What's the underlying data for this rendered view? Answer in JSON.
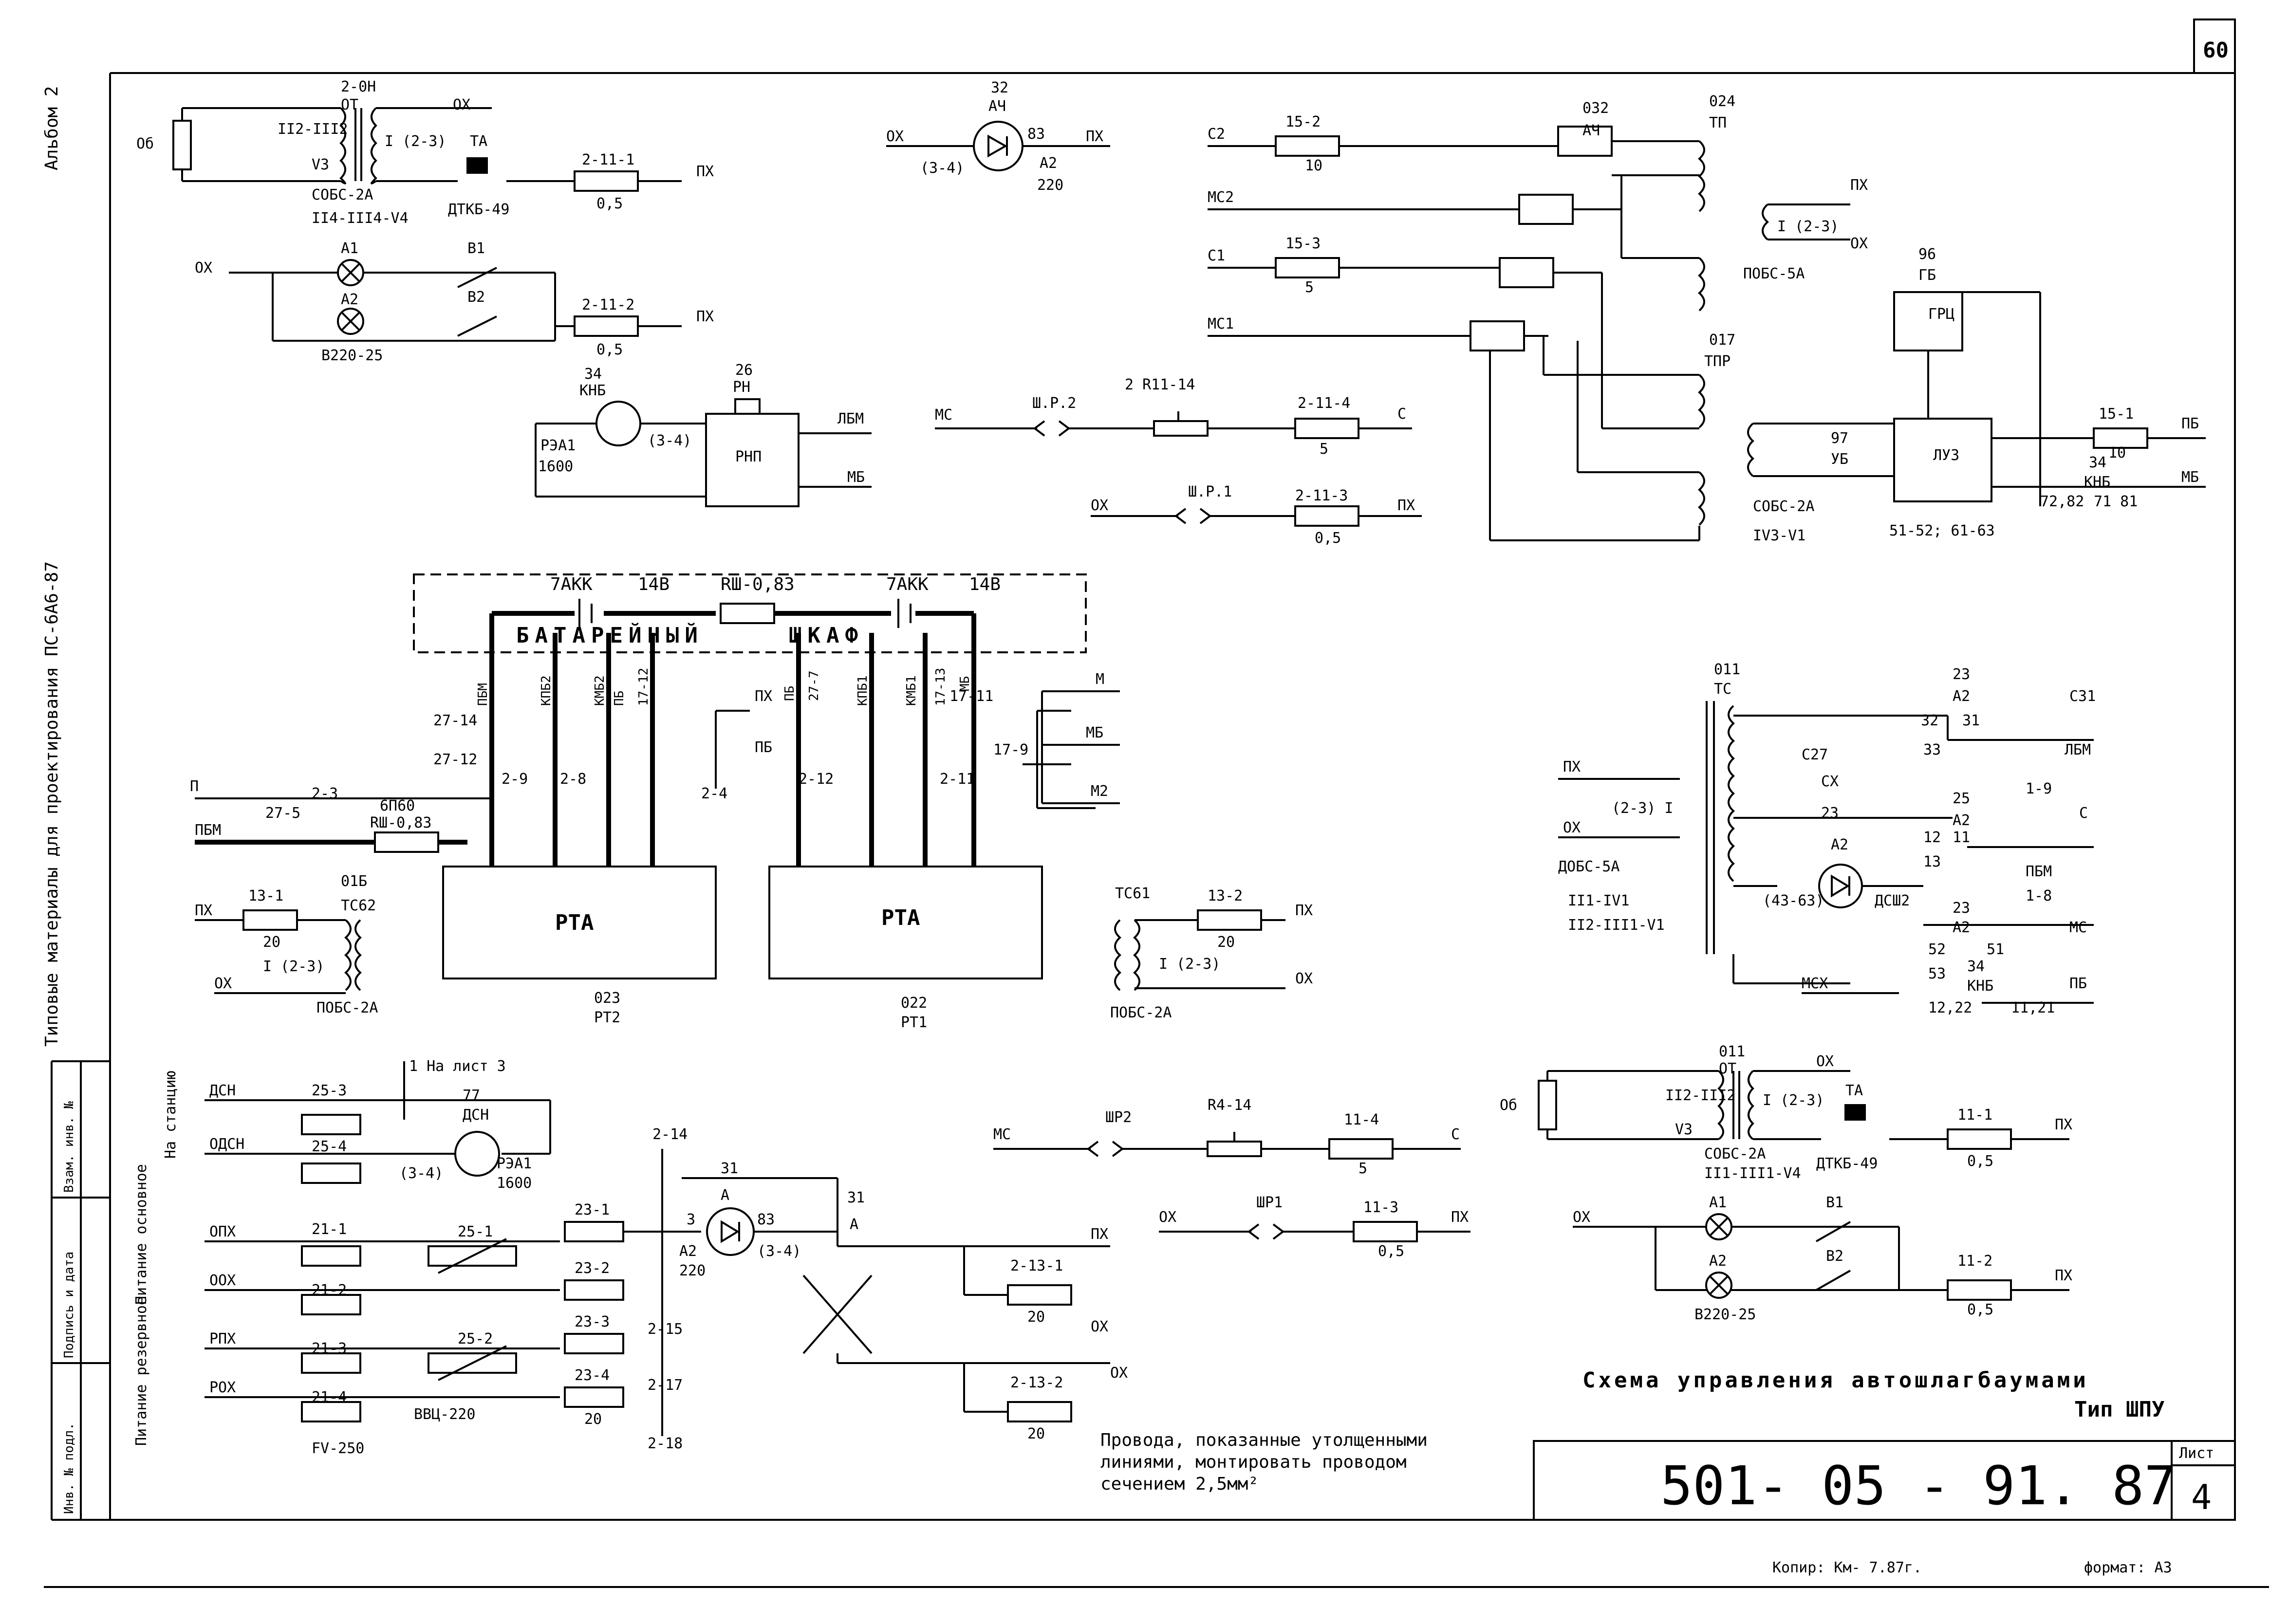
{
  "sheet": {
    "page_number": "60",
    "album": "Альбом 2",
    "series_title": "Типовые материалы для проектирования ПС-6А6-87",
    "title_main": "Схема управления автошлагбаумами",
    "title_type": "Тип ШПУ",
    "drawing_code": "501- 05 - 91. 87",
    "sheet_label": "Лист",
    "sheet_number": "4",
    "note": [
      "Провода, показанные утолщенными",
      "линиями, монтировать проводом",
      "сечением 2,5мм²"
    ],
    "copier": "Копир: Км- 7.87г.",
    "format": "формат: А3",
    "stamp_cells": [
      "Взам. инв. №",
      "Подпись и дата",
      "Инв. № подл."
    ]
  },
  "labels": {
    "top_left": [
      "2-0Н",
      "ОТ",
      "ОХ",
      "I (2-3)",
      "СОБС-2А",
      "II4-III4-V4",
      "ТА",
      "ДТКБ-49",
      "2-11-1",
      "0,5",
      "ПХ",
      "Об",
      "II2-III2",
      "V3"
    ],
    "lamps_left": [
      "ОХ",
      "А1",
      "А2",
      "В1",
      "В2",
      "В220-25",
      "2-11-2",
      "0,5",
      "ПХ"
    ],
    "relay_left": [
      "34",
      "КНБ",
      "РЭА1",
      "1600",
      "(3-4)",
      "26",
      "РН",
      "РНП",
      "ЛБМ",
      "МБ"
    ],
    "top_center": [
      "32",
      "АЧ",
      "ОХ",
      "(3-4)",
      "83",
      "ПХ",
      "А2",
      "220"
    ],
    "mc_row": [
      "МС",
      "Ш.Р.2",
      "2 R11-14",
      "2-11-4",
      "5",
      "С"
    ],
    "ox_row": [
      "ОХ",
      "Ш.Р.1",
      "2-11-3",
      "0,5",
      "ПХ"
    ],
    "top_right": [
      "С2",
      "15-2",
      "10",
      "МС2",
      "С1",
      "15-3",
      "5",
      "МС1",
      "032",
      "АЧ",
      "024",
      "ТП",
      "017",
      "ТПР",
      "ПОБС-5А",
      "ПХ",
      "ОХ",
      "I (2-3)"
    ],
    "right_block": [
      "96",
      "ГБ",
      "ГРЦ",
      "ЛУЗ",
      "97",
      "УБ",
      "34",
      "КНБ",
      "15-1",
      "10",
      "ПБ",
      "МБ",
      "СОБС-2А",
      "IV3-V1",
      "51-52; 61-63",
      "72,82",
      "71 81"
    ],
    "battery": [
      "7АКК",
      "14В",
      "RШ-0,83",
      "7АКК",
      "14В",
      "БАТАРЕЙНЫЙ",
      "ШКАФ"
    ],
    "rta_left": [
      "РТА",
      "023",
      "РТ2",
      "ПОБС-2А",
      "ТС62",
      "П",
      "ПБМ",
      "ПХ",
      "ОХ",
      "13-1",
      "20",
      "I (2-3)",
      "6П60",
      "RШ-0,83",
      "27-5",
      "2-3",
      "01Б"
    ],
    "rta_right": [
      "РТА",
      "022",
      "РТ1",
      "ТС61",
      "13-2",
      "20",
      "ПОБС-2А",
      "I (2-3)",
      "ПХ",
      "ОХ",
      "М",
      "МБ",
      "М2",
      "17-11",
      "17-9"
    ],
    "wire_tags": [
      "ПБМ",
      "КПБ2",
      "КМБ2",
      "ПБ",
      "17-12",
      "ПБ",
      "27-7",
      "КПБ1",
      "КМБ1",
      "17-13",
      "МБ",
      "27-14",
      "27-12",
      "2-9",
      "2-8",
      "2-4",
      "2-12",
      "2-11",
      "ПХ",
      "ПБ"
    ],
    "right_middle": [
      "011",
      "ТС",
      "23",
      "А2",
      "С31",
      "32",
      "31",
      "33",
      "ЛБМ",
      "ПХ",
      "ОХ",
      "(2-3) I",
      "С27",
      "СХ",
      "ДОБС-5А",
      "23",
      "25",
      "А2",
      "12",
      "11",
      "1-9",
      "С",
      "13",
      "ПБМ",
      "А2",
      "(43-63)",
      "ДСШ2",
      "23",
      "А2",
      "1-8",
      "МС",
      "52",
      "51",
      "53",
      "34",
      "КНБ",
      "ПБ",
      "12,22",
      "11,21",
      "МСХ",
      "II1-IV1",
      "II2-III1-V1"
    ],
    "bottom_left": [
      "1 На лист 3",
      "77",
      "ДСН",
      "РЭА1",
      "1600",
      "(3-4)",
      "На станцию",
      "ДСН",
      "ОДСН",
      "25-3",
      "25-4",
      "Питание основное",
      "Питание резервное",
      "ОПХ",
      "ООХ",
      "РПХ",
      "РОХ",
      "21-1",
      "21-2",
      "21-3",
      "21-4",
      "25-1",
      "25-2",
      "23-1",
      "23-2",
      "23-3",
      "23-4",
      "20",
      "ВВЦ-220",
      "FV-250",
      "2-14",
      "2-15",
      "2-17",
      "2-18",
      "31",
      "А",
      "3",
      "83",
      "(3-4)",
      "А2",
      "220",
      "31",
      "А",
      "2-13-1",
      "20",
      "2-13-2",
      "20",
      "ПХ",
      "ОХ",
      "ОХ"
    ],
    "bottom_center": [
      "МС",
      "ШР2",
      "R4-14",
      "11-4",
      "5",
      "С",
      "ОХ",
      "ШР1",
      "11-3",
      "0,5",
      "ПХ"
    ],
    "bottom_right": [
      "011",
      "ОТ",
      "ОХ",
      "Об",
      "II2-III2",
      "V3",
      "I (2-3)",
      "СОБС-2А",
      "II1-III1-V4",
      "ТА",
      "ДТКБ-49",
      "11-1",
      "0,5",
      "ПХ",
      "ОХ",
      "А1",
      "А2",
      "В1",
      "В2",
      "В220-25",
      "11-2",
      "0,5",
      "ПХ"
    ]
  }
}
